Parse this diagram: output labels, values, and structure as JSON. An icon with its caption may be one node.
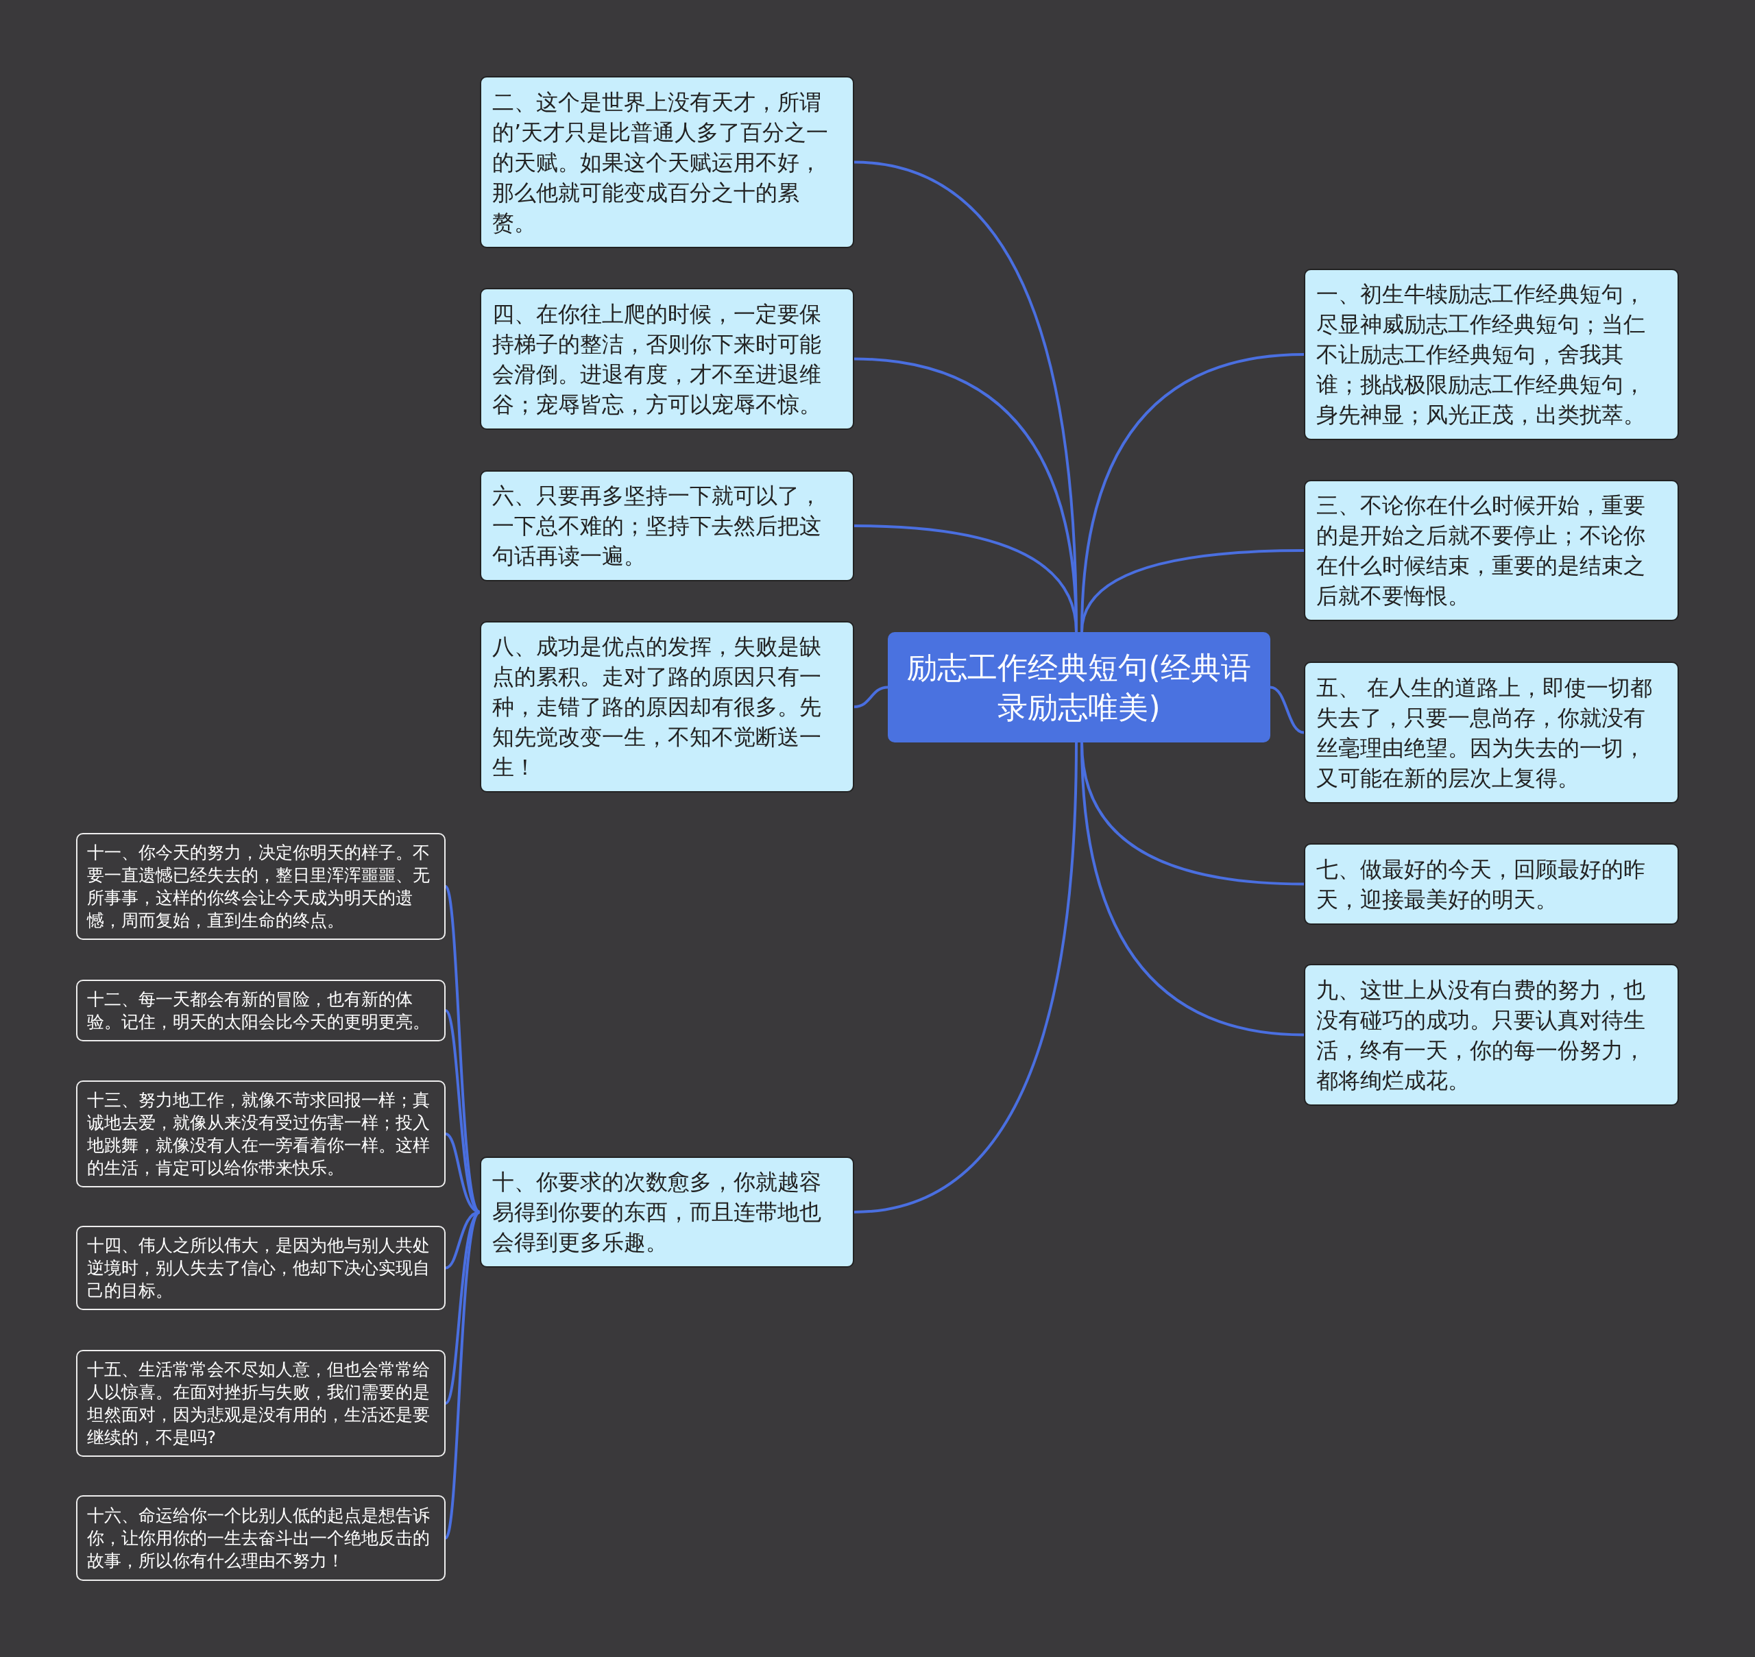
{
  "diagram": {
    "nodes": [
      {
        "text": [
          "励志工作经典短句(经典语录励志唯美)"
        ]
      },
      {
        "text": [
          "一、初生牛犊励志工作经典短句，尽显神威励志工作经典短句；当仁不让励志工作经典短句，舍我其谁；挑战极限励志工作经典短句，身先神显；风光正茂，出类扰萃。"
        ]
      },
      {
        "text": [
          "二、这个是世界上没有天才，所谓的’天才只是比普通人多了百分之一的天赋。如果这个天赋运用不好，那么他就可能变成百分之十的累赘。"
        ]
      },
      {
        "text": [
          "三、不论你在什么时候开始，重要的是开始之后就不要停止；不论你在什么时候结束，重要的是结束之后就不要悔恨。"
        ]
      },
      {
        "text": [
          "四、在你往上爬的时候，一定要保持梯子的整洁，否则你下来时可能会滑倒。进退有度，才不至进退维谷；宠辱皆忘，方可以宠辱不惊。"
        ]
      },
      {
        "text": [
          "五、 在人生的道路上，即使一切都失去了，只要一息尚存，你就没有丝毫理由绝望。因为失去的一切，又可能在新的层次上复得。"
        ]
      },
      {
        "text": [
          "六、只要再多坚持一下就可以了，一下总不难的；坚持下去然后把这句话再读一遍。"
        ]
      },
      {
        "text": [
          "七、做最好的今天，回顾最好的昨天，迎接最美好的明天。"
        ]
      },
      {
        "text": [
          "八、成功是优点的发挥，失败是缺点的累积。走对了路的原因只有一种，走错了路的原因却有很多。先知先觉改变一生，不知不觉断送一生！"
        ]
      },
      {
        "text": [
          "九、这世上从没有白费的努力，也没有碰巧的成功。只要认真对待生活，终有一天，你的每一份努力，都将绚烂成花。"
        ]
      },
      {
        "text": [
          "十、你要求的次数愈多，你就越容易得到你要的东西，而且连带地也会得到更多乐趣。"
        ]
      },
      {
        "text": [
          "十一、你今天的努力，决定你明天的样子。不要一直遗憾已经失去的，整日里浑浑噩噩、无所事事，这样的你终会让今天成为明天的遗憾，周而复始，直到生命的终点。"
        ]
      },
      {
        "text": [
          "十二、每一天都会有新的冒险，也有新的体验。记住，明天的太阳会比今天的更明更亮。"
        ]
      },
      {
        "text": [
          "十三、努力地工作，就像不苛求回报一样；真诚地去爱，就像从来没有受过伤害一样；投入地跳舞，就像没有人在一旁看着你一样。这样的生活，肯定可以给你带来快乐。"
        ]
      },
      {
        "text": [
          "十四、伟人之所以伟大，是因为他与别人共处逆境时，别人失去了信心，他却下决心实现自己的目标。"
        ]
      },
      {
        "text": [
          "十五、生活常常会不尽如人意，但也会常常给人以惊喜。在面对挫折与失败，我们需要的是坦然面对，因为悲观是没有用的，生活还是要继续的，不是吗?"
        ]
      },
      {
        "text": [
          "十六、命运给你一个比别人低的起点是想告诉你，让你用你的一生去奋斗出一个绝地反击的故事，所以你有什么理由不努力！"
        ]
      }
    ],
    "edges": [
      {
        "from": 0,
        "to": 1,
        "arrow": "none"
      },
      {
        "from": 0,
        "to": 2,
        "arrow": "none"
      },
      {
        "from": 0,
        "to": 3,
        "arrow": "none"
      },
      {
        "from": 0,
        "to": 4,
        "arrow": "none"
      },
      {
        "from": 0,
        "to": 5,
        "arrow": "none"
      },
      {
        "from": 0,
        "to": 6,
        "arrow": "none"
      },
      {
        "from": 0,
        "to": 7,
        "arrow": "none"
      },
      {
        "from": 0,
        "to": 8,
        "arrow": "none"
      },
      {
        "from": 0,
        "to": 9,
        "arrow": "none"
      },
      {
        "from": 0,
        "to": 10,
        "arrow": "none"
      },
      {
        "from": 10,
        "to": 11,
        "arrow": "none"
      },
      {
        "from": 10,
        "to": 12,
        "arrow": "none"
      },
      {
        "from": 10,
        "to": 13,
        "arrow": "none"
      },
      {
        "from": 10,
        "to": 14,
        "arrow": "none"
      },
      {
        "from": 10,
        "to": 15,
        "arrow": "none"
      },
      {
        "from": 10,
        "to": 16,
        "arrow": "none"
      }
    ]
  }
}
